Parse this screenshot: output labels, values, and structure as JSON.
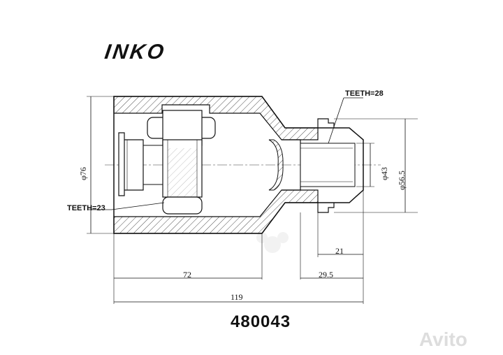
{
  "brand": "INKO",
  "part_number": "480043",
  "watermark": "Avito",
  "labels": {
    "teeth_outer": "TEETH=28",
    "teeth_inner": "TEETH=23",
    "dia_body": "φ76",
    "dia_bore": "φ43",
    "dia_flange": "φ56.5",
    "len_stem": "21",
    "len_body": "72",
    "len_shaft": "29.5",
    "len_total": "119"
  }
}
